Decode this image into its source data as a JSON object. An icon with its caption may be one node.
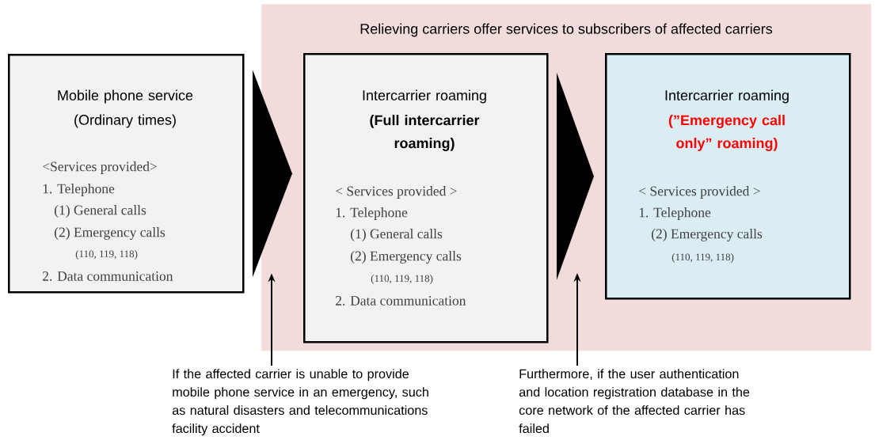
{
  "diagram": {
    "nodes": [
      {
        "text": [
          "Relieving carriers offer services to subscribers of affected carriers"
        ]
      },
      {
        "text": [
          "Mobile phone service",
          "(Ordinary times)",
          "<Services provided>",
          "1. Telephone",
          "(1) General calls",
          "(2) Emergency calls",
          "(110, 119, 118)",
          "2. Data communication"
        ]
      },
      {
        "text": [
          "Intercarrier roaming",
          "(Full intercarrier roaming)",
          "< Services provided >",
          "1. Telephone",
          "(1) General calls",
          "(2) Emergency calls",
          "(110, 119, 118)",
          "2. Data communication"
        ],
        "in": 0
      },
      {
        "text": [
          "Intercarrier roaming",
          "(”Emergency call only” roaming)",
          "< Services provided >",
          "1. Telephone",
          "(2) Emergency calls",
          "(110, 119, 118)"
        ],
        "in": 0
      },
      {
        "text": [
          "If the affected carrier is unable to provide mobile phone service in an emergency, such as natural disasters and telecommunications facility accident"
        ]
      },
      {
        "text": [
          "Furthermore, if the user authentication and location registration database in the core network of the affected carrier has failed"
        ]
      }
    ],
    "edges": [
      {
        "from": 1,
        "to": 2,
        "arrow": "to"
      },
      {
        "from": 2,
        "to": 3,
        "arrow": "to"
      },
      {
        "from": 4,
        "to": 0,
        "arrow": "to"
      },
      {
        "from": 5,
        "to": null,
        "arrow": "to"
      }
    ]
  }
}
